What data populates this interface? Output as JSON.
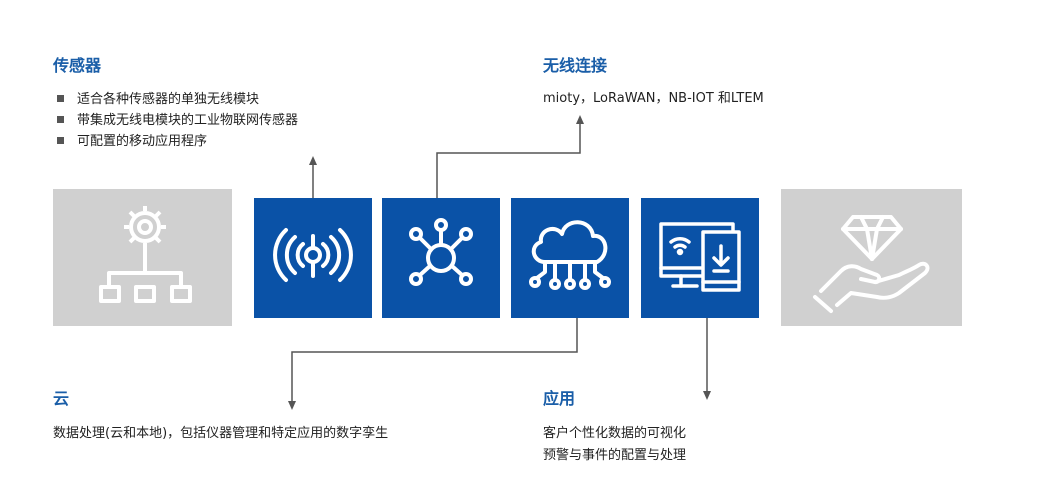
{
  "sections": {
    "sensor": {
      "title": "传感器",
      "bullets": [
        "适合各种传感器的单独无线模块",
        "带集成无线电模块的工业物联网传感器",
        "可配置的移动应用程序"
      ]
    },
    "connectivity": {
      "title": "无线连接",
      "text": "mioty，LoRaWAN，NB-IOT 和LTEM"
    },
    "cloud": {
      "title": "云",
      "text": "数据处理(云和本地)，包括仪器管理和特定应用的数字孪生"
    },
    "application": {
      "title": "应用",
      "lines": [
        "客户个性化数据的可视化",
        "预警与事件的配置与处理"
      ]
    }
  },
  "icons": [
    "process-hierarchy-gear-icon",
    "wireless-sensor-icon",
    "network-hub-icon",
    "cloud-icon",
    "monitor-download-icon",
    "hand-diamond-icon"
  ],
  "colors": {
    "accent_blue": "#0a52a7",
    "heading_blue": "#1a5ea8",
    "box_grey": "#d0d0d0",
    "arrow_grey": "#555555"
  }
}
